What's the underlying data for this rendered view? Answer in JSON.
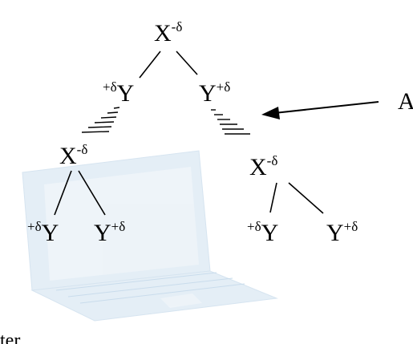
{
  "diagram": {
    "nodes": {
      "root": {
        "base": "X",
        "sup": "-δ"
      },
      "level1_left": {
        "pre_sup": "+δ",
        "base": "Y"
      },
      "level1_right": {
        "base": "Y",
        "sup": "+δ"
      },
      "level2_left": {
        "base": "X",
        "sup": "-δ"
      },
      "level2_right": {
        "base": "X",
        "sup": "-δ"
      },
      "leaf_ll": {
        "pre_sup": "+δ",
        "base": "Y"
      },
      "leaf_lr": {
        "base": "Y",
        "sup": "+δ"
      },
      "leaf_rl": {
        "pre_sup": "+δ",
        "base": "Y"
      },
      "leaf_rr": {
        "base": "Y",
        "sup": "+δ"
      }
    },
    "annotation_label": "A",
    "footer_text": "ter"
  },
  "colors": {
    "ink": "#000000",
    "watermark": "#dce9f3"
  },
  "icons": {
    "watermark": "laptop-watermark-icon"
  }
}
